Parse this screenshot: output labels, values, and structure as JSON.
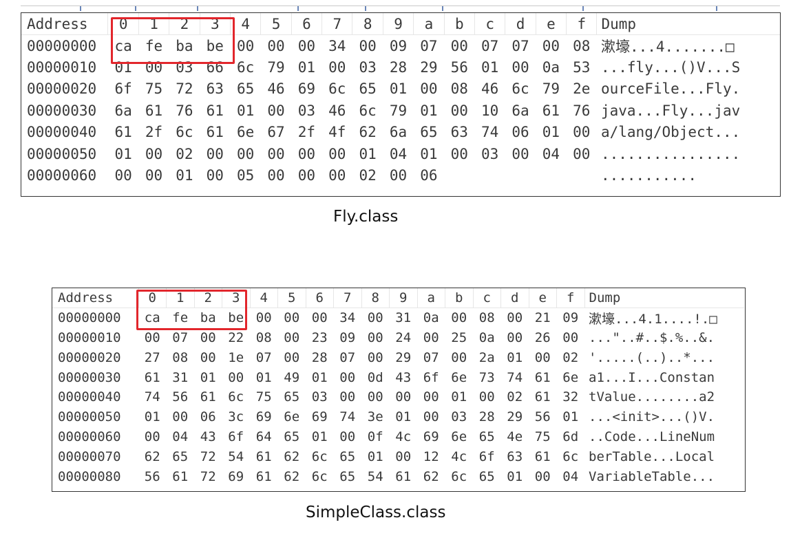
{
  "colors": {
    "highlight": "#e2262c",
    "text": "#3a3a3a",
    "border": "#333333"
  },
  "header": {
    "address": "Address",
    "columns": [
      "0",
      "1",
      "2",
      "3",
      "4",
      "5",
      "6",
      "7",
      "8",
      "9",
      "a",
      "b",
      "c",
      "d",
      "e",
      "f"
    ],
    "dump": "Dump"
  },
  "panels": [
    {
      "caption": "Fly.class",
      "rows": [
        {
          "address": "00000000",
          "bytes": [
            "ca",
            "fe",
            "ba",
            "be",
            "00",
            "00",
            "00",
            "34",
            "00",
            "09",
            "07",
            "00",
            "07",
            "07",
            "00",
            "08"
          ],
          "dump": "漱壕...4.......□"
        },
        {
          "address": "00000010",
          "bytes": [
            "01",
            "00",
            "03",
            "66",
            "6c",
            "79",
            "01",
            "00",
            "03",
            "28",
            "29",
            "56",
            "01",
            "00",
            "0a",
            "53"
          ],
          "dump": "...fly...()V...S"
        },
        {
          "address": "00000020",
          "bytes": [
            "6f",
            "75",
            "72",
            "63",
            "65",
            "46",
            "69",
            "6c",
            "65",
            "01",
            "00",
            "08",
            "46",
            "6c",
            "79",
            "2e"
          ],
          "dump": "ourceFile...Fly."
        },
        {
          "address": "00000030",
          "bytes": [
            "6a",
            "61",
            "76",
            "61",
            "01",
            "00",
            "03",
            "46",
            "6c",
            "79",
            "01",
            "00",
            "10",
            "6a",
            "61",
            "76"
          ],
          "dump": "java...Fly...jav"
        },
        {
          "address": "00000040",
          "bytes": [
            "61",
            "2f",
            "6c",
            "61",
            "6e",
            "67",
            "2f",
            "4f",
            "62",
            "6a",
            "65",
            "63",
            "74",
            "06",
            "01",
            "00"
          ],
          "dump": "a/lang/Object..."
        },
        {
          "address": "00000050",
          "bytes": [
            "01",
            "00",
            "02",
            "00",
            "00",
            "00",
            "00",
            "00",
            "01",
            "04",
            "01",
            "00",
            "03",
            "00",
            "04",
            "00"
          ],
          "dump": "................"
        },
        {
          "address": "00000060",
          "bytes": [
            "00",
            "00",
            "01",
            "00",
            "05",
            "00",
            "00",
            "00",
            "02",
            "00",
            "06"
          ],
          "dump": "..........."
        }
      ]
    },
    {
      "caption": "SimpleClass.class",
      "rows": [
        {
          "address": "00000000",
          "bytes": [
            "ca",
            "fe",
            "ba",
            "be",
            "00",
            "00",
            "00",
            "34",
            "00",
            "31",
            "0a",
            "00",
            "08",
            "00",
            "21",
            "09"
          ],
          "dump": "漱壕...4.1....!.□"
        },
        {
          "address": "00000010",
          "bytes": [
            "00",
            "07",
            "00",
            "22",
            "08",
            "00",
            "23",
            "09",
            "00",
            "24",
            "00",
            "25",
            "0a",
            "00",
            "26",
            "00"
          ],
          "dump": "...\"..#..$.%..&."
        },
        {
          "address": "00000020",
          "bytes": [
            "27",
            "08",
            "00",
            "1e",
            "07",
            "00",
            "28",
            "07",
            "00",
            "29",
            "07",
            "00",
            "2a",
            "01",
            "00",
            "02"
          ],
          "dump": "'.....(..)..*..."
        },
        {
          "address": "00000030",
          "bytes": [
            "61",
            "31",
            "01",
            "00",
            "01",
            "49",
            "01",
            "00",
            "0d",
            "43",
            "6f",
            "6e",
            "73",
            "74",
            "61",
            "6e"
          ],
          "dump": "a1...I...Constan"
        },
        {
          "address": "00000040",
          "bytes": [
            "74",
            "56",
            "61",
            "6c",
            "75",
            "65",
            "03",
            "00",
            "00",
            "00",
            "00",
            "01",
            "00",
            "02",
            "61",
            "32"
          ],
          "dump": "tValue........a2"
        },
        {
          "address": "00000050",
          "bytes": [
            "01",
            "00",
            "06",
            "3c",
            "69",
            "6e",
            "69",
            "74",
            "3e",
            "01",
            "00",
            "03",
            "28",
            "29",
            "56",
            "01"
          ],
          "dump": "...<init>...()V."
        },
        {
          "address": "00000060",
          "bytes": [
            "00",
            "04",
            "43",
            "6f",
            "64",
            "65",
            "01",
            "00",
            "0f",
            "4c",
            "69",
            "6e",
            "65",
            "4e",
            "75",
            "6d"
          ],
          "dump": "..Code...LineNum"
        },
        {
          "address": "00000070",
          "bytes": [
            "62",
            "65",
            "72",
            "54",
            "61",
            "62",
            "6c",
            "65",
            "01",
            "00",
            "12",
            "4c",
            "6f",
            "63",
            "61",
            "6c"
          ],
          "dump": "berTable...Local"
        },
        {
          "address": "00000080",
          "bytes": [
            "56",
            "61",
            "72",
            "69",
            "61",
            "62",
            "6c",
            "65",
            "54",
            "61",
            "62",
            "6c",
            "65",
            "01",
            "00",
            "04"
          ],
          "dump": "VariableTable..."
        }
      ]
    }
  ]
}
